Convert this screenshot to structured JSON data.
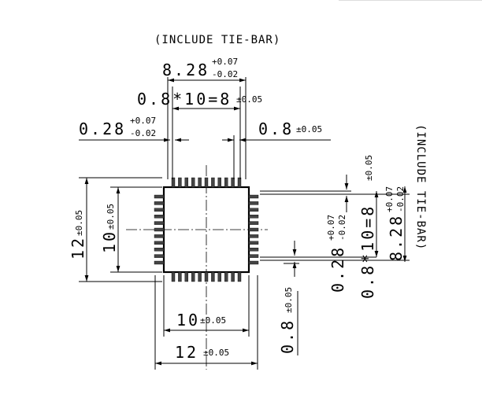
{
  "diagram": {
    "top_note": "(INCLUDE TIE-BAR)",
    "side_note": "(INCLUDE TIE-BAR)",
    "top_outer_dim": {
      "main": "8.28",
      "tol_plus": "+0.07",
      "tol_minus": "-0.02"
    },
    "top_pitch_dim": {
      "main": "0.8*10=8",
      "tol": "±0.05"
    },
    "top_lead_width": {
      "main": "0.28",
      "tol_plus": "+0.07",
      "tol_minus": "-0.02"
    },
    "top_pitch": {
      "main": "0.8",
      "tol": "±0.05"
    },
    "left_outer": {
      "main": "12",
      "tol": "±0.05"
    },
    "left_inner": {
      "main": "10",
      "tol": "±0.05"
    },
    "bottom_inner": {
      "main": "10",
      "tol": "±0.05"
    },
    "bottom_outer": {
      "main": "12",
      "tol": "±0.05"
    },
    "right_lead_width": {
      "main": "0.28",
      "tol_plus": "+0.07",
      "tol_minus": "-0.02"
    },
    "right_pitch_dim": {
      "main": "0.8*10=8",
      "tol": "±0.05"
    },
    "right_outer_dim": {
      "main": "8.28",
      "tol_plus": "+0.07",
      "tol_minus": "-0.02"
    },
    "right_pitch": {
      "main": "0.8",
      "tol": "±0.05"
    },
    "pins_per_side": 11
  }
}
